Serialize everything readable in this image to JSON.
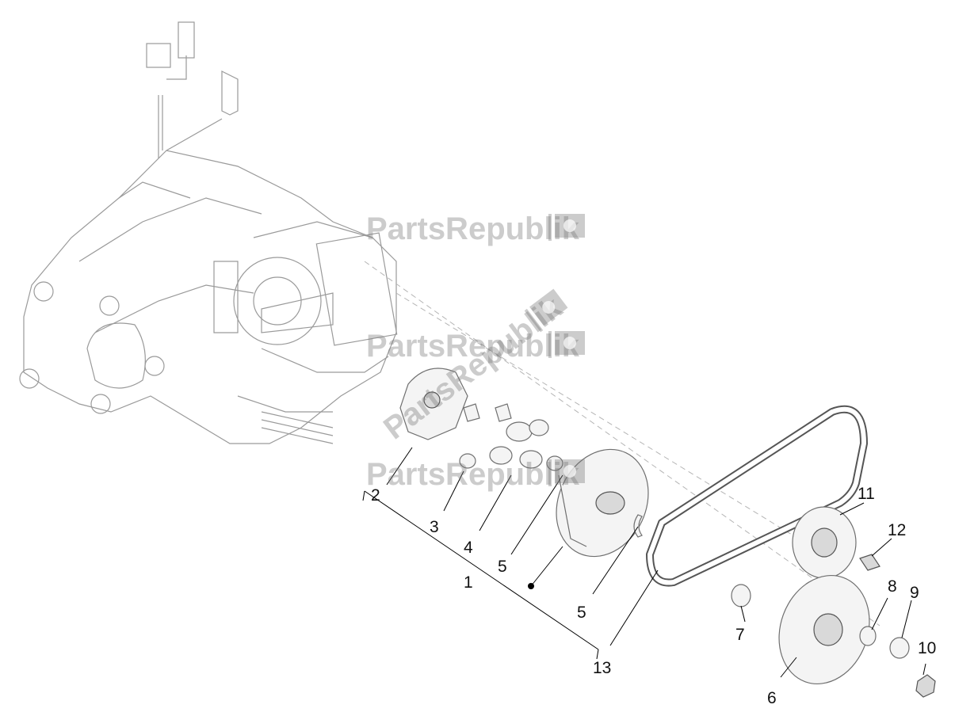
{
  "watermark": {
    "text": "PartsRepublik"
  },
  "callouts": [
    {
      "id": "1",
      "label": "1"
    },
    {
      "id": "2",
      "label": "2"
    },
    {
      "id": "3",
      "label": "3"
    },
    {
      "id": "4",
      "label": "4"
    },
    {
      "id": "5a",
      "label": "5"
    },
    {
      "id": "5b",
      "label": "5"
    },
    {
      "id": "5c",
      "label": "5"
    },
    {
      "id": "6",
      "label": "6"
    },
    {
      "id": "7",
      "label": "7"
    },
    {
      "id": "8",
      "label": "8"
    },
    {
      "id": "9",
      "label": "9"
    },
    {
      "id": "10",
      "label": "10"
    },
    {
      "id": "11",
      "label": "11"
    },
    {
      "id": "12",
      "label": "12"
    },
    {
      "id": "13",
      "label": "13"
    }
  ]
}
